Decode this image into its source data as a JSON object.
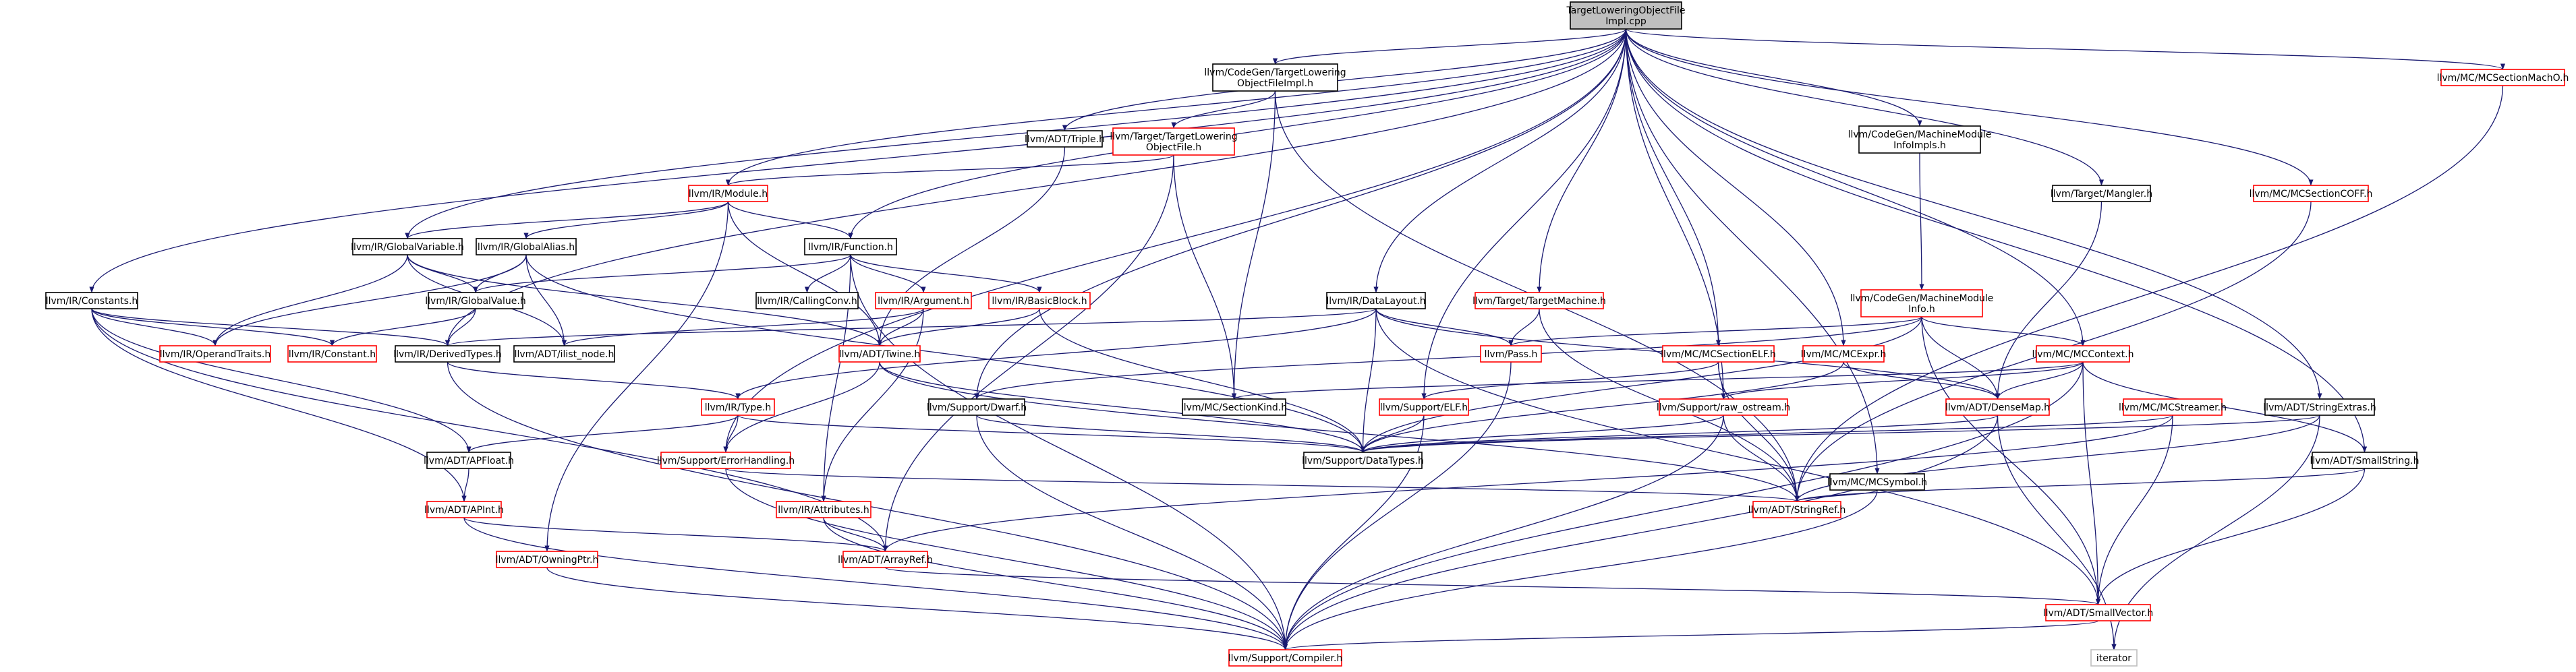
{
  "graph": {
    "colors": {
      "edge": "#191970",
      "box_default": "#000000",
      "box_clickable": "#ff0000",
      "box_root_fill": "#bfbfbf",
      "box_iterator": "#bfbfbf",
      "text": "#000000"
    },
    "nodes": [
      {
        "id": "root",
        "lines": [
          "TargetLoweringObjectFile",
          "Impl.cpp"
        ],
        "style": "root"
      },
      {
        "id": "cg_tlof",
        "lines": [
          "llvm/CodeGen/TargetLowering",
          "ObjectFileImpl.h"
        ],
        "style": "normal"
      },
      {
        "id": "triple",
        "lines": [
          "llvm/ADT/Triple.h"
        ],
        "style": "normal"
      },
      {
        "id": "t_tlof",
        "lines": [
          "llvm/Target/TargetLowering",
          "ObjectFile.h"
        ],
        "style": "red"
      },
      {
        "id": "cg_mmi",
        "lines": [
          "llvm/CodeGen/MachineModule",
          "InfoImpls.h"
        ],
        "style": "normal"
      },
      {
        "id": "mangler",
        "lines": [
          "llvm/Target/Mangler.h"
        ],
        "style": "normal"
      },
      {
        "id": "mc_coff",
        "lines": [
          "llvm/MC/MCSectionCOFF.h"
        ],
        "style": "red"
      },
      {
        "id": "mc_macho",
        "lines": [
          "llvm/MC/MCSectionMachO.h"
        ],
        "style": "red"
      },
      {
        "id": "module",
        "lines": [
          "llvm/IR/Module.h"
        ],
        "style": "red"
      },
      {
        "id": "globalvariable",
        "lines": [
          "llvm/IR/GlobalVariable.h"
        ],
        "style": "normal"
      },
      {
        "id": "globalalias",
        "lines": [
          "llvm/IR/GlobalAlias.h"
        ],
        "style": "normal"
      },
      {
        "id": "function",
        "lines": [
          "llvm/IR/Function.h"
        ],
        "style": "normal"
      },
      {
        "id": "constants",
        "lines": [
          "llvm/IR/Constants.h"
        ],
        "style": "normal"
      },
      {
        "id": "globalvalue",
        "lines": [
          "llvm/IR/GlobalValue.h"
        ],
        "style": "normal"
      },
      {
        "id": "callingconv",
        "lines": [
          "llvm/IR/CallingConv.h"
        ],
        "style": "normal"
      },
      {
        "id": "argument",
        "lines": [
          "llvm/IR/Argument.h"
        ],
        "style": "red"
      },
      {
        "id": "basicblock",
        "lines": [
          "llvm/IR/BasicBlock.h"
        ],
        "style": "red"
      },
      {
        "id": "datalayout",
        "lines": [
          "llvm/IR/DataLayout.h"
        ],
        "style": "normal"
      },
      {
        "id": "targetmachine",
        "lines": [
          "llvm/Target/TargetMachine.h"
        ],
        "style": "red"
      },
      {
        "id": "cg_mmi_h",
        "lines": [
          "llvm/CodeGen/MachineModule",
          "Info.h"
        ],
        "style": "red"
      },
      {
        "id": "operandtraits",
        "lines": [
          "llvm/IR/OperandTraits.h"
        ],
        "style": "red"
      },
      {
        "id": "constant",
        "lines": [
          "llvm/IR/Constant.h"
        ],
        "style": "red"
      },
      {
        "id": "derivedtypes",
        "lines": [
          "llvm/IR/DerivedTypes.h"
        ],
        "style": "normal"
      },
      {
        "id": "ilist_node",
        "lines": [
          "llvm/ADT/ilist_node.h"
        ],
        "style": "normal"
      },
      {
        "id": "twine",
        "lines": [
          "llvm/ADT/Twine.h"
        ],
        "style": "red"
      },
      {
        "id": "pass",
        "lines": [
          "llvm/Pass.h"
        ],
        "style": "red"
      },
      {
        "id": "mc_sectionelf",
        "lines": [
          "llvm/MC/MCSectionELF.h"
        ],
        "style": "red"
      },
      {
        "id": "mc_expr",
        "lines": [
          "llvm/MC/MCExpr.h"
        ],
        "style": "red"
      },
      {
        "id": "mc_context",
        "lines": [
          "llvm/MC/MCContext.h"
        ],
        "style": "red"
      },
      {
        "id": "type",
        "lines": [
          "llvm/IR/Type.h"
        ],
        "style": "red"
      },
      {
        "id": "dwarf",
        "lines": [
          "llvm/Support/Dwarf.h"
        ],
        "style": "normal"
      },
      {
        "id": "mc_sectionkind",
        "lines": [
          "llvm/MC/SectionKind.h"
        ],
        "style": "normal"
      },
      {
        "id": "support_elf",
        "lines": [
          "llvm/Support/ELF.h"
        ],
        "style": "red"
      },
      {
        "id": "raw_ostream",
        "lines": [
          "llvm/Support/raw_ostream.h"
        ],
        "style": "red"
      },
      {
        "id": "densemap",
        "lines": [
          "llvm/ADT/DenseMap.h"
        ],
        "style": "red"
      },
      {
        "id": "mc_streamer",
        "lines": [
          "llvm/MC/MCStreamer.h"
        ],
        "style": "red"
      },
      {
        "id": "stringextras",
        "lines": [
          "llvm/ADT/StringExtras.h"
        ],
        "style": "normal"
      },
      {
        "id": "apfloat",
        "lines": [
          "llvm/ADT/APFloat.h"
        ],
        "style": "normal"
      },
      {
        "id": "errorhandling",
        "lines": [
          "llvm/Support/ErrorHandling.h"
        ],
        "style": "red"
      },
      {
        "id": "datatypes",
        "lines": [
          "llvm/Support/DataTypes.h"
        ],
        "style": "normal"
      },
      {
        "id": "mc_symbol",
        "lines": [
          "llvm/MC/MCSymbol.h"
        ],
        "style": "normal"
      },
      {
        "id": "smallstring",
        "lines": [
          "llvm/ADT/SmallString.h"
        ],
        "style": "normal"
      },
      {
        "id": "apint",
        "lines": [
          "llvm/ADT/APInt.h"
        ],
        "style": "red"
      },
      {
        "id": "attributes",
        "lines": [
          "llvm/IR/Attributes.h"
        ],
        "style": "red"
      },
      {
        "id": "stringref",
        "lines": [
          "llvm/ADT/StringRef.h"
        ],
        "style": "red"
      },
      {
        "id": "owningptr",
        "lines": [
          "llvm/ADT/OwningPtr.h"
        ],
        "style": "red"
      },
      {
        "id": "arrayref",
        "lines": [
          "llvm/ADT/ArrayRef.h"
        ],
        "style": "red"
      },
      {
        "id": "smallvector",
        "lines": [
          "llvm/ADT/SmallVector.h"
        ],
        "style": "red"
      },
      {
        "id": "compiler",
        "lines": [
          "llvm/Support/Compiler.h"
        ],
        "style": "red"
      },
      {
        "id": "iterator",
        "lines": [
          "iterator"
        ],
        "style": "gray"
      }
    ],
    "edges": [
      [
        "root",
        "cg_tlof"
      ],
      [
        "root",
        "triple"
      ],
      [
        "root",
        "cg_mmi"
      ],
      [
        "root",
        "mangler"
      ],
      [
        "root",
        "mc_coff"
      ],
      [
        "root",
        "mc_macho"
      ],
      [
        "root",
        "module"
      ],
      [
        "root",
        "globalvariable"
      ],
      [
        "root",
        "function"
      ],
      [
        "root",
        "constants"
      ],
      [
        "root",
        "datalayout"
      ],
      [
        "root",
        "targetmachine"
      ],
      [
        "root",
        "derivedtypes"
      ],
      [
        "root",
        "support_elf"
      ],
      [
        "root",
        "raw_ostream"
      ],
      [
        "root",
        "mc_sectionelf"
      ],
      [
        "root",
        "mc_expr"
      ],
      [
        "root",
        "mc_context"
      ],
      [
        "root",
        "dwarf"
      ],
      [
        "root",
        "errorhandling"
      ],
      [
        "root",
        "mc_symbol"
      ],
      [
        "root",
        "stringextras"
      ],
      [
        "root",
        "smallstring"
      ],
      [
        "cg_tlof",
        "t_tlof"
      ],
      [
        "cg_tlof",
        "mc_sectionkind"
      ],
      [
        "cg_tlof",
        "stringref"
      ],
      [
        "t_tlof",
        "module"
      ],
      [
        "t_tlof",
        "mc_sectionkind"
      ],
      [
        "t_tlof",
        "arrayref"
      ],
      [
        "triple",
        "twine"
      ],
      [
        "cg_mmi",
        "cg_mmi_h"
      ],
      [
        "mangler",
        "densemap"
      ],
      [
        "mc_coff",
        "stringref"
      ],
      [
        "mc_macho",
        "stringref"
      ],
      [
        "module",
        "globalvariable"
      ],
      [
        "module",
        "globalalias"
      ],
      [
        "module",
        "function"
      ],
      [
        "module",
        "twine"
      ],
      [
        "module",
        "owningptr"
      ],
      [
        "globalvariable",
        "globalvalue"
      ],
      [
        "globalvariable",
        "operandtraits"
      ],
      [
        "globalvariable",
        "ilist_node"
      ],
      [
        "globalvariable",
        "twine"
      ],
      [
        "globalalias",
        "globalvalue"
      ],
      [
        "globalalias",
        "operandtraits"
      ],
      [
        "globalalias",
        "ilist_node"
      ],
      [
        "globalalias",
        "datatypes"
      ],
      [
        "function",
        "globalvalue"
      ],
      [
        "function",
        "callingconv"
      ],
      [
        "function",
        "argument"
      ],
      [
        "function",
        "basicblock"
      ],
      [
        "function",
        "attributes"
      ],
      [
        "function",
        "compiler"
      ],
      [
        "constants",
        "operandtraits"
      ],
      [
        "constants",
        "constant"
      ],
      [
        "constants",
        "derivedtypes"
      ],
      [
        "constants",
        "apfloat"
      ],
      [
        "constants",
        "apint"
      ],
      [
        "constants",
        "arrayref"
      ],
      [
        "globalvalue",
        "constant"
      ],
      [
        "globalvalue",
        "derivedtypes"
      ],
      [
        "argument",
        "twine"
      ],
      [
        "argument",
        "ilist_node"
      ],
      [
        "argument",
        "attributes"
      ],
      [
        "basicblock",
        "twine"
      ],
      [
        "basicblock",
        "datatypes"
      ],
      [
        "datalayout",
        "derivedtypes"
      ],
      [
        "datalayout",
        "pass"
      ],
      [
        "datalayout",
        "densemap"
      ],
      [
        "datalayout",
        "datatypes"
      ],
      [
        "datalayout",
        "smallvector"
      ],
      [
        "datalayout",
        "type"
      ],
      [
        "targetmachine",
        "pass"
      ],
      [
        "targetmachine",
        "stringref"
      ],
      [
        "cg_mmi_h",
        "pass"
      ],
      [
        "cg_mmi_h",
        "mc_context"
      ],
      [
        "cg_mmi_h",
        "densemap"
      ],
      [
        "cg_mmi_h",
        "dwarf"
      ],
      [
        "cg_mmi_h",
        "datatypes"
      ],
      [
        "cg_mmi_h",
        "smallvector"
      ],
      [
        "derivedtypes",
        "type"
      ],
      [
        "derivedtypes",
        "compiler"
      ],
      [
        "twine",
        "errorhandling"
      ],
      [
        "twine",
        "stringref"
      ],
      [
        "twine",
        "datatypes"
      ],
      [
        "pass",
        "compiler"
      ],
      [
        "mc_sectionelf",
        "raw_ostream"
      ],
      [
        "mc_sectionelf",
        "support_elf"
      ],
      [
        "mc_sectionelf",
        "stringref"
      ],
      [
        "mc_expr",
        "densemap"
      ],
      [
        "mc_expr",
        "datatypes"
      ],
      [
        "mc_context",
        "mc_sectionkind"
      ],
      [
        "mc_context",
        "densemap"
      ],
      [
        "mc_context",
        "raw_ostream"
      ],
      [
        "mc_context",
        "smallstring"
      ],
      [
        "mc_context",
        "smallvector"
      ],
      [
        "mc_context",
        "compiler"
      ],
      [
        "type",
        "datatypes"
      ],
      [
        "type",
        "apfloat"
      ],
      [
        "type",
        "errorhandling"
      ],
      [
        "dwarf",
        "datatypes"
      ],
      [
        "dwarf",
        "compiler"
      ],
      [
        "support_elf",
        "datatypes"
      ],
      [
        "support_elf",
        "compiler"
      ],
      [
        "raw_ostream",
        "datatypes"
      ],
      [
        "raw_ostream",
        "stringref"
      ],
      [
        "raw_ostream",
        "compiler"
      ],
      [
        "densemap",
        "datatypes"
      ],
      [
        "densemap",
        "compiler"
      ],
      [
        "densemap",
        "iterator"
      ],
      [
        "mc_streamer",
        "datatypes"
      ],
      [
        "mc_streamer",
        "arrayref"
      ],
      [
        "mc_streamer",
        "smallvector"
      ],
      [
        "stringextras",
        "datatypes"
      ],
      [
        "stringextras",
        "stringref"
      ],
      [
        "stringextras",
        "iterator"
      ],
      [
        "apfloat",
        "apint"
      ],
      [
        "errorhandling",
        "stringref"
      ],
      [
        "errorhandling",
        "compiler"
      ],
      [
        "mc_symbol",
        "stringref"
      ],
      [
        "mc_symbol",
        "compiler"
      ],
      [
        "smallstring",
        "stringref"
      ],
      [
        "smallstring",
        "smallvector"
      ],
      [
        "apint",
        "arrayref"
      ],
      [
        "apint",
        "compiler"
      ],
      [
        "attributes",
        "arrayref"
      ],
      [
        "attributes",
        "compiler"
      ],
      [
        "owningptr",
        "compiler"
      ],
      [
        "arrayref",
        "smallvector"
      ],
      [
        "smallvector",
        "compiler"
      ]
    ]
  }
}
